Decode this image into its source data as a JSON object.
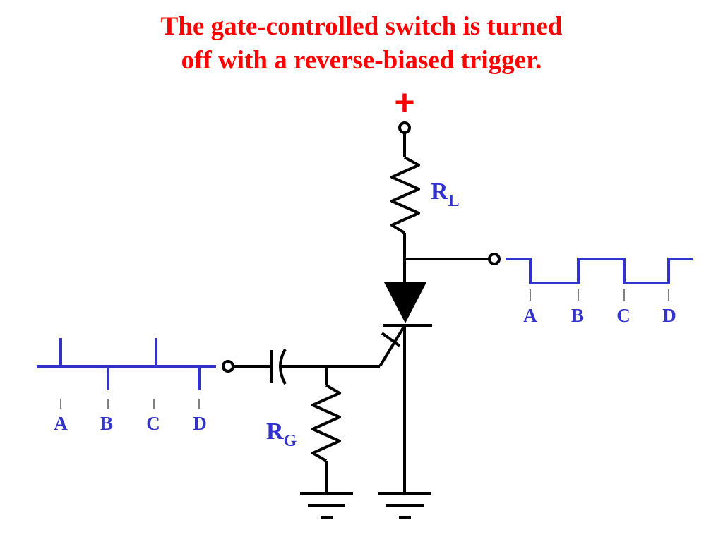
{
  "title": {
    "line1": "The gate-controlled switch is turned",
    "line2": "off with a reverse-biased trigger."
  },
  "supply_symbol": "+",
  "load_resistor": {
    "main": "R",
    "sub": "L"
  },
  "gate_resistor": {
    "main": "R",
    "sub": "G"
  },
  "input_waveform": {
    "markers": [
      "A",
      "B",
      "C",
      "D"
    ]
  },
  "output_waveform": {
    "markers": [
      "A",
      "B",
      "C",
      "D"
    ]
  },
  "ground_symbol": "-",
  "colors": {
    "title": "#ff0000",
    "supply": "#ff0000",
    "waveform": "#3333cc",
    "labels": "#3333cc",
    "wiring": "#000000"
  }
}
